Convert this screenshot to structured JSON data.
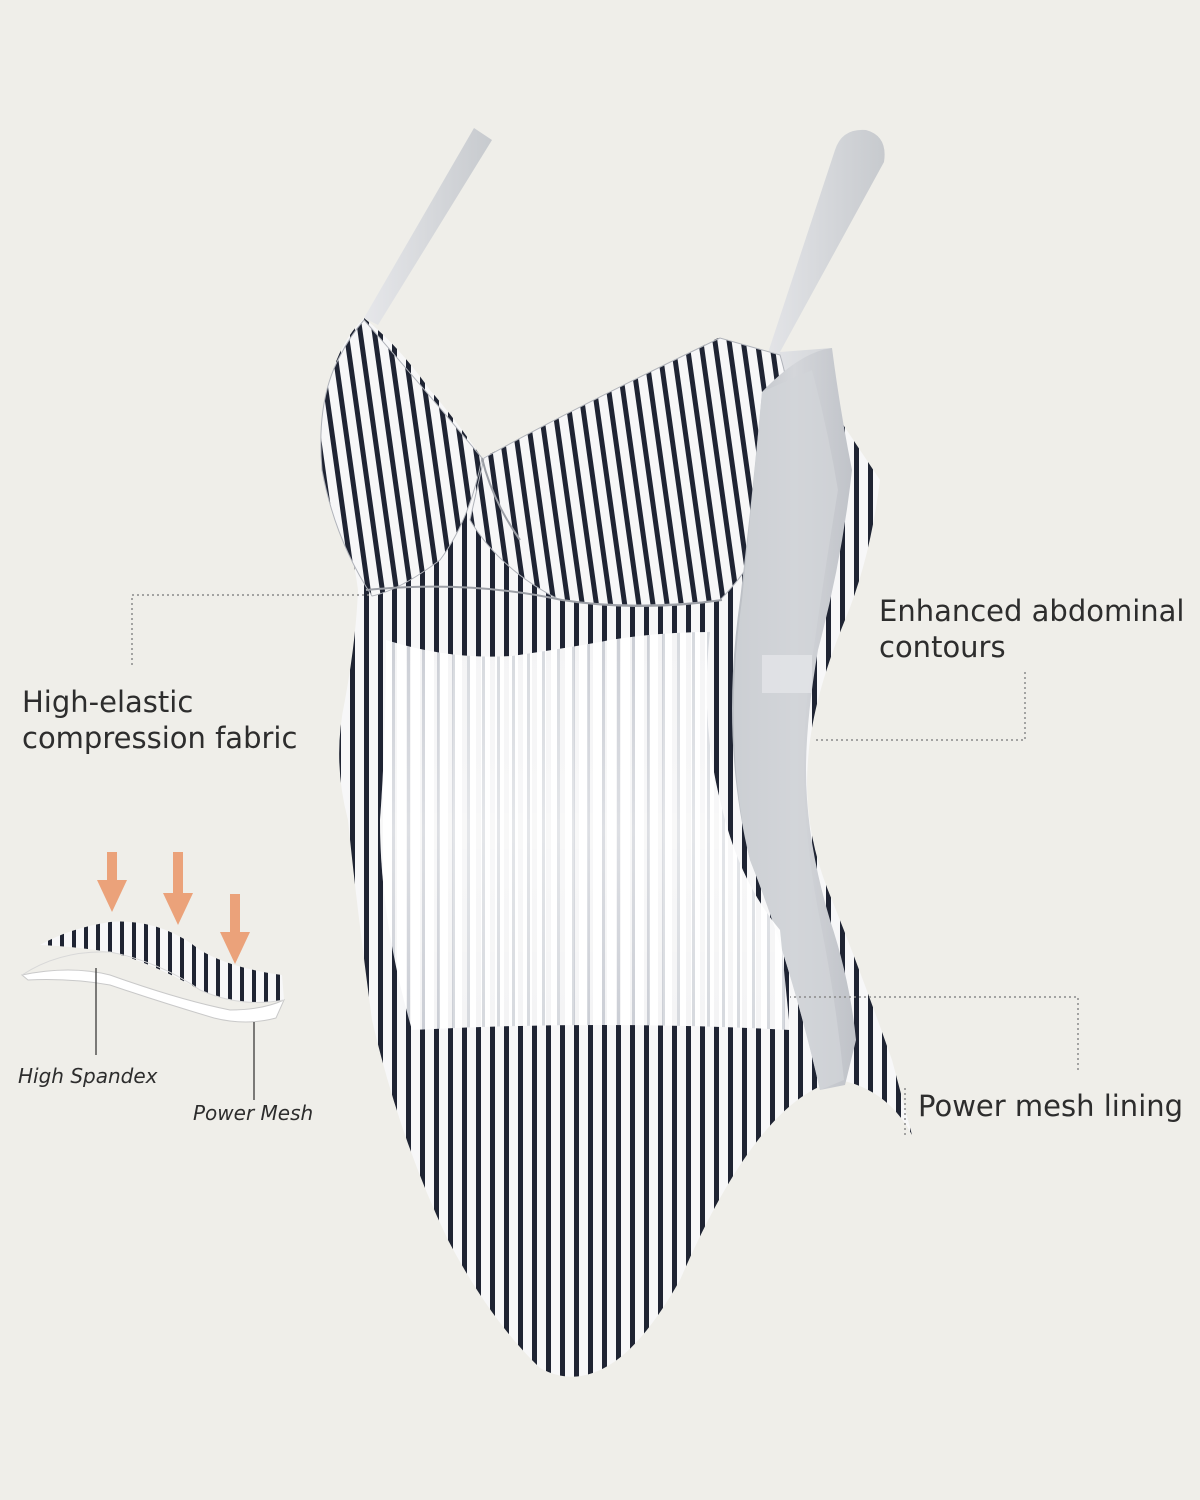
{
  "callouts": {
    "compression": {
      "line1": "High-elastic",
      "line2": "compression fabric"
    },
    "abdominal": {
      "line1": "Enhanced abdominal",
      "line2": "contours"
    },
    "mesh_lining": "Power mesh lining"
  },
  "layer_diagram": {
    "outer_label": "High Spandex",
    "inner_label": "Power Mesh",
    "arrow_count": 3
  },
  "colors": {
    "background": "#efeee9",
    "stripe_dark": "#1f2433",
    "stripe_light": "#f7f7f8",
    "mesh_panel": "#c9ccd1",
    "strap": "#dadcdf",
    "arrow": "#eba27a",
    "leader_line": "#8a8a8a",
    "text": "#2d2d2d"
  },
  "icons": [
    "down-arrow-icon"
  ]
}
